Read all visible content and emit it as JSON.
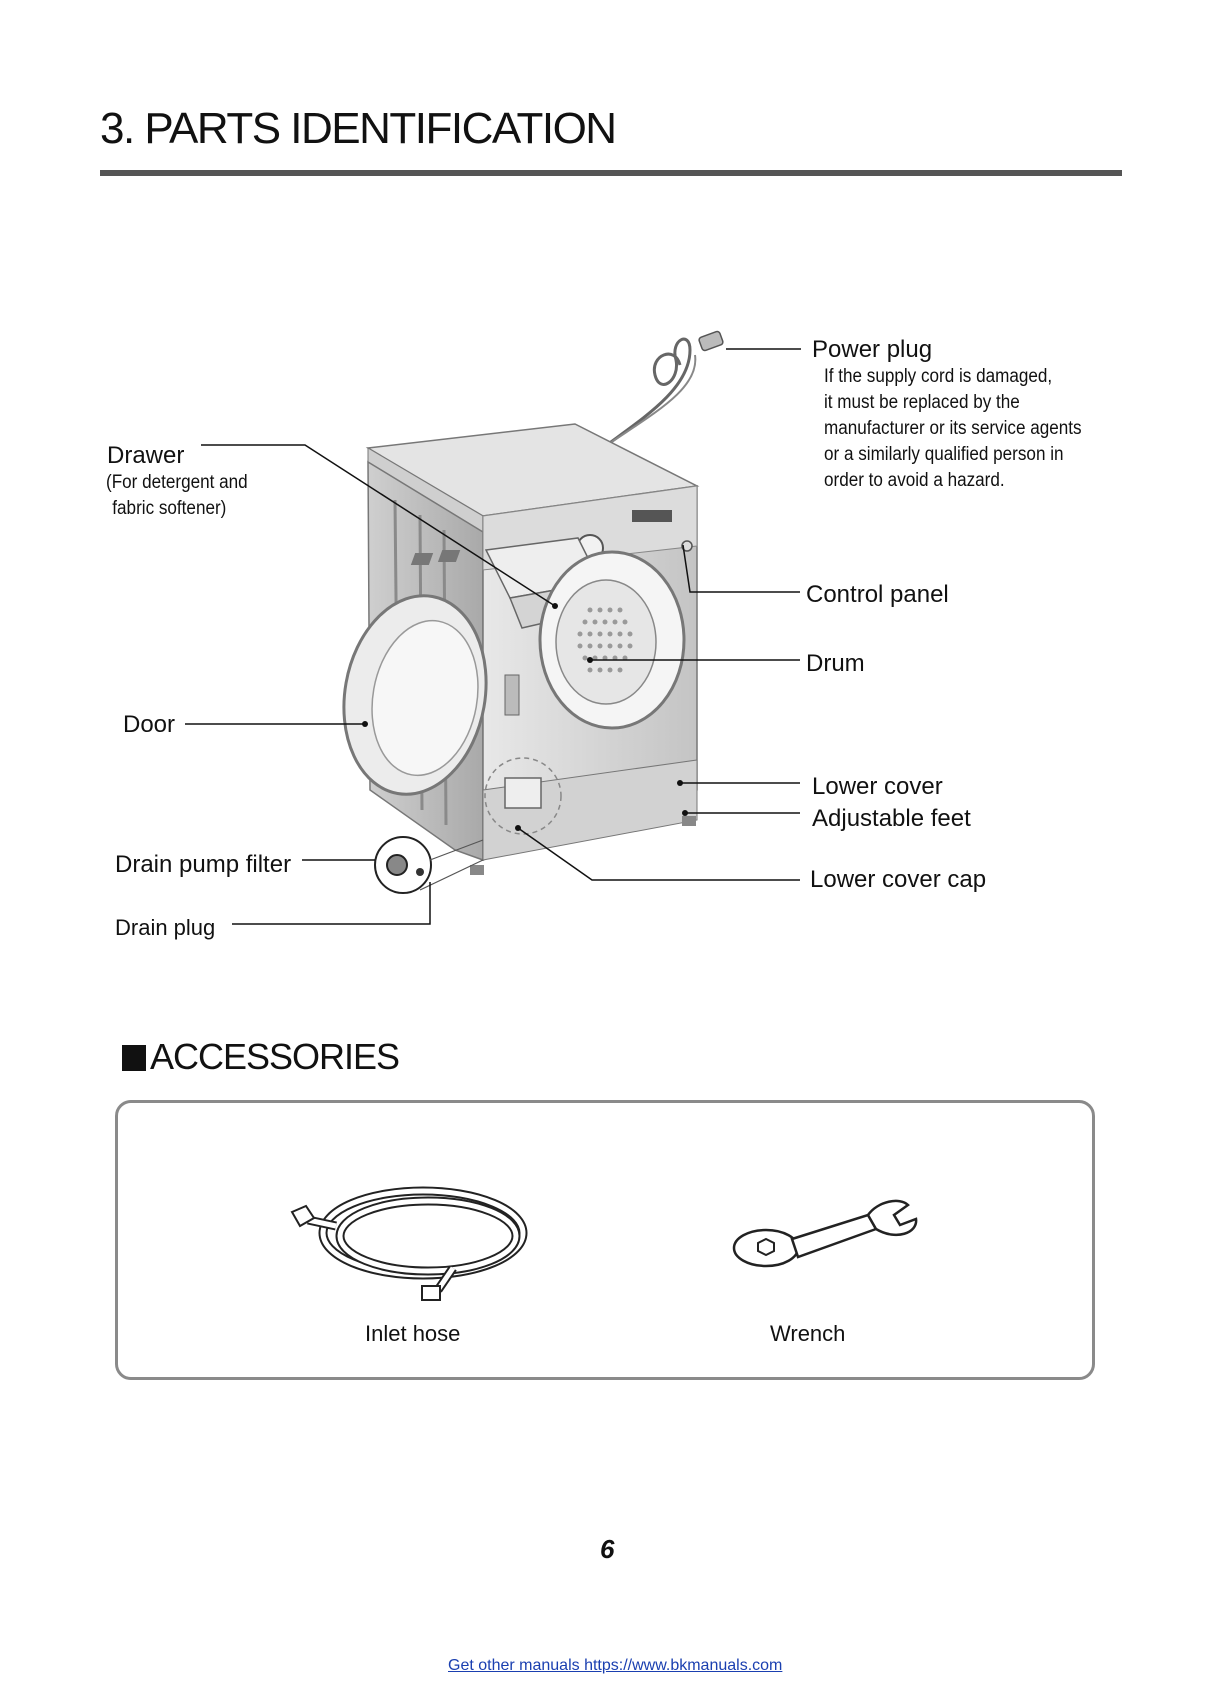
{
  "header": {
    "title": "3. PARTS IDENTIFICATION"
  },
  "parts": {
    "power_plug": "Power plug",
    "power_plug_note": [
      "If the supply cord is damaged,",
      "it must be replaced by the",
      "manufacturer or its service agents",
      "or a similarly qualified person in",
      "order to avoid a hazard."
    ],
    "drawer": "Drawer",
    "drawer_note": [
      "(For detergent and",
      "fabric softener)"
    ],
    "control_panel": "Control panel",
    "drum": "Drum",
    "door": "Door",
    "lower_cover": "Lower cover",
    "adjustable_feet": "Adjustable feet",
    "drain_pump_filter": "Drain pump filter",
    "lower_cover_cap": "Lower cover cap",
    "drain_plug": "Drain plug"
  },
  "accessories": {
    "title": "ACCESSORIES",
    "items": [
      {
        "label": "Inlet hose",
        "icon": "inlet-hose-icon"
      },
      {
        "label": "Wrench",
        "icon": "wrench-icon"
      }
    ]
  },
  "footer": {
    "page_number": "6",
    "link_text": "Get other manuals https://www.bkmanuals.com"
  }
}
